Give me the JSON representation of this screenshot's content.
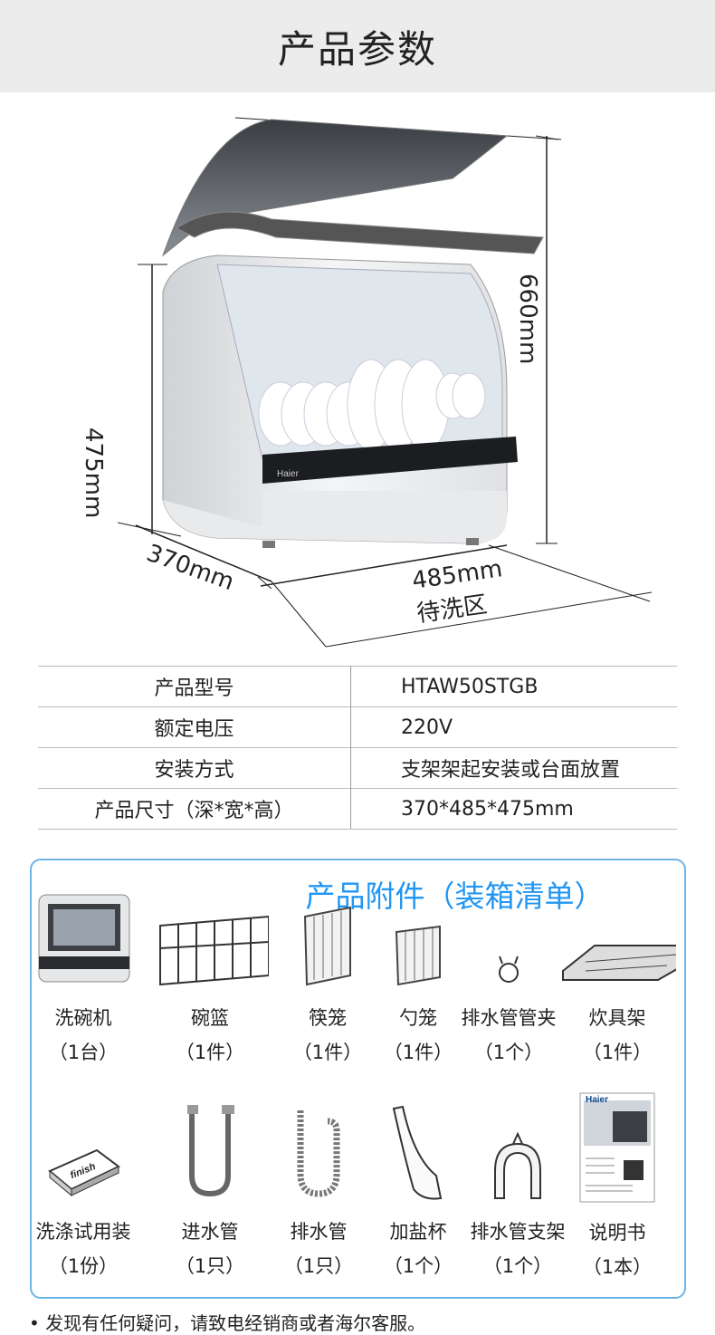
{
  "header": {
    "title": "产品参数"
  },
  "figure": {
    "height_full": "660mm",
    "height_body": "475mm",
    "depth": "370mm",
    "width": "485mm",
    "width_note": "待洗区",
    "brand": "Haier"
  },
  "specs": [
    {
      "label": "产品型号",
      "value": "HTAW50STGB"
    },
    {
      "label": "额定电压",
      "value": "220V"
    },
    {
      "label": "安装方式",
      "value": "支架架起安装或台面放置"
    },
    {
      "label": "产品尺寸（深*宽*高）",
      "value": "370*485*475mm"
    }
  ],
  "accessories": {
    "title": "产品附件（装箱清单）",
    "items": [
      {
        "name": "洗碗机",
        "qty": "（1台）",
        "icon": "dishwasher-icon"
      },
      {
        "name": "碗篮",
        "qty": "（1件）",
        "icon": "bowl-basket-icon"
      },
      {
        "name": "筷笼",
        "qty": "（1件）",
        "icon": "chopstick-cage-icon"
      },
      {
        "name": "勺笼",
        "qty": "（1件）",
        "icon": "spoon-cage-icon"
      },
      {
        "name": "排水管管夹",
        "qty": "（1个）",
        "icon": "hose-clip-icon"
      },
      {
        "name": "炊具架",
        "qty": "（1件）",
        "icon": "cookware-rack-icon"
      },
      {
        "name": "洗涤试用装",
        "qty": "（1份）",
        "icon": "detergent-sample-icon",
        "logo": "finish"
      },
      {
        "name": "进水管",
        "qty": "（1只）",
        "icon": "inlet-hose-icon"
      },
      {
        "name": "排水管",
        "qty": "（1只）",
        "icon": "drain-hose-icon"
      },
      {
        "name": "加盐杯",
        "qty": "（1个）",
        "icon": "salt-cup-icon"
      },
      {
        "name": "排水管支架",
        "qty": "（1个）",
        "icon": "drain-bracket-icon"
      },
      {
        "name": "说明书",
        "qty": "（1本）",
        "icon": "manual-icon",
        "logo": "Haier"
      }
    ]
  },
  "footnote": "• 发现有任何疑问，请致电经销商或者海尔客服。"
}
